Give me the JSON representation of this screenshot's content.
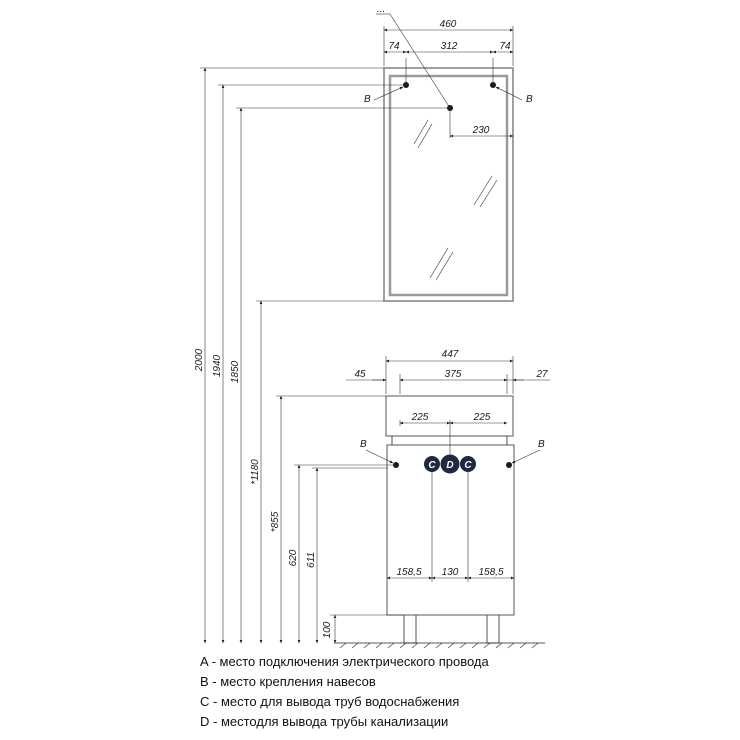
{
  "mirror": {
    "top_width": "460",
    "left_offset": "74",
    "span": "312",
    "right_offset": "74",
    "socket_offset": "230",
    "label_left": "B",
    "label_right": "B",
    "pointer_label": "..."
  },
  "cabinet": {
    "top_width": "447",
    "left_overhang": "45",
    "inner_width": "375",
    "right_overhang": "27",
    "half_left": "225",
    "half_right": "225",
    "label_left": "B",
    "label_right": "B",
    "dot_c1": "C",
    "dot_d": "D",
    "dot_c2": "C",
    "bottom_left": "158,5",
    "bottom_mid": "130",
    "bottom_right": "158,5"
  },
  "heights": {
    "h2000": "2000",
    "h1940": "1940",
    "h1850": "1850",
    "h1180": "*1180",
    "h855": "*855",
    "h620": "620",
    "h611": "611",
    "h100": "100"
  },
  "legend": [
    {
      "key": "A",
      "text": " - место подключения электрического провода"
    },
    {
      "key": "B",
      "text": " - место крепления навесов"
    },
    {
      "key": "C",
      "text": " - место для вывода труб водоснабжения"
    },
    {
      "key": "D",
      "text": " - местодля вывода трубы канализации"
    }
  ],
  "colors": {
    "line": "#222222",
    "dot": "#1f2a40",
    "mirror_frame": "#9a9a9a"
  }
}
